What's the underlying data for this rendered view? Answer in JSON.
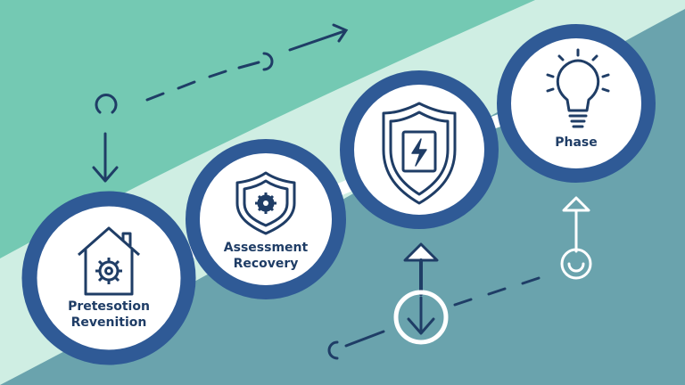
{
  "steps": [
    {
      "icon": "house-gear-icon",
      "label_line1": "Pretesotion",
      "label_line2": "Revenition"
    },
    {
      "icon": "shield-gear-icon",
      "label_line1": "Assessment",
      "label_line2": "Recovery"
    },
    {
      "icon": "shield-lightning-icon"
    },
    {
      "icon": "lightbulb-icon",
      "label_line1": "Phase"
    }
  ],
  "colors": {
    "background_teal": "#6aa3ad",
    "light_mint": "#cfeee3",
    "mint_green": "#74c9b3",
    "ring_navy": "#2f5a96",
    "icon_navy": "#1f3d66",
    "white": "#ffffff"
  }
}
